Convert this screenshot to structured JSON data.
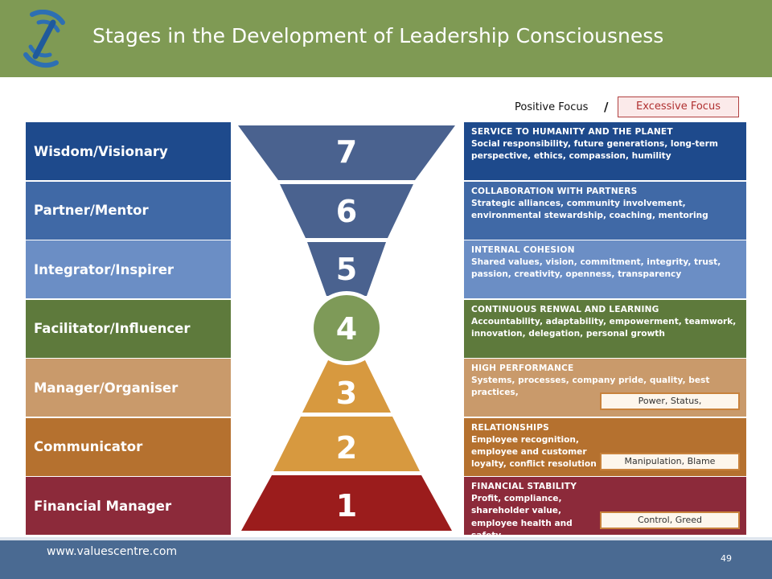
{
  "header": {
    "title": "Stages in the Development of Leadership Consciousness",
    "bg_color": "#7f9a54",
    "logo_icon": "valuescentre-spiral-logo"
  },
  "legend": {
    "positive_label": "Positive Focus",
    "separator": "/",
    "excessive_label": "Excessive Focus"
  },
  "stages": [
    {
      "number": "7",
      "name": "Wisdom/Visionary",
      "color": "#1e4a8c",
      "focus_title": "SERVICE TO HUMANITY AND THE PLANET",
      "focus_text": "Social responsibility, future generations, long-term perspective, ethics, compassion, humility",
      "excessive": ""
    },
    {
      "number": "6",
      "name": "Partner/Mentor",
      "color": "#4069a6",
      "focus_title": "COLLABORATION WITH PARTNERS",
      "focus_text": "Strategic alliances, community involvement, environmental stewardship, coaching, mentoring",
      "excessive": ""
    },
    {
      "number": "5",
      "name": "Integrator/Inspirer",
      "color": "#6b8ec5",
      "focus_title": "INTERNAL COHESION",
      "focus_text": "Shared values, vision, commitment, integrity, trust, passion, creativity, openness, transparency",
      "excessive": ""
    },
    {
      "number": "4",
      "name": "Facilitator/Influencer",
      "color": "#5e7a3c",
      "focus_title": "CONTINUOUS RENWAL AND LEARNING",
      "focus_text": "Accountability, adaptability, empowerment, teamwork, innovation, delegation, personal growth",
      "excessive": ""
    },
    {
      "number": "3",
      "name": "Manager/Organiser",
      "color": "#c99a6b",
      "focus_title": "HIGH PERFORMANCE",
      "focus_text": "Systems, processes, company pride, quality, best practices,",
      "excessive": "Power, Status,"
    },
    {
      "number": "2",
      "name": "Communicator",
      "color": "#b5712f",
      "focus_title": "RELATIONSHIPS",
      "focus_text": "Employee recognition, employee and customer loyalty, conflict resolution",
      "excessive": "Manipulation,  Blame"
    },
    {
      "number": "1",
      "name": "Financial Manager",
      "color": "#8c2a3a",
      "focus_title": "FINANCIAL STABILITY",
      "focus_text": "Profit, compliance, shareholder value, employee health and safety",
      "excessive": "Control, Greed"
    }
  ],
  "funnel_colors": {
    "7": "#4a628f",
    "6": "#4a628f",
    "5": "#4a628f",
    "4": "#7e9a58",
    "3": "#d7993f",
    "2": "#d7993f",
    "1": "#9b1c1c"
  },
  "footer": {
    "url": "www.valuescentre.com",
    "page_number": "49",
    "bg_color": "#4a6a92"
  }
}
